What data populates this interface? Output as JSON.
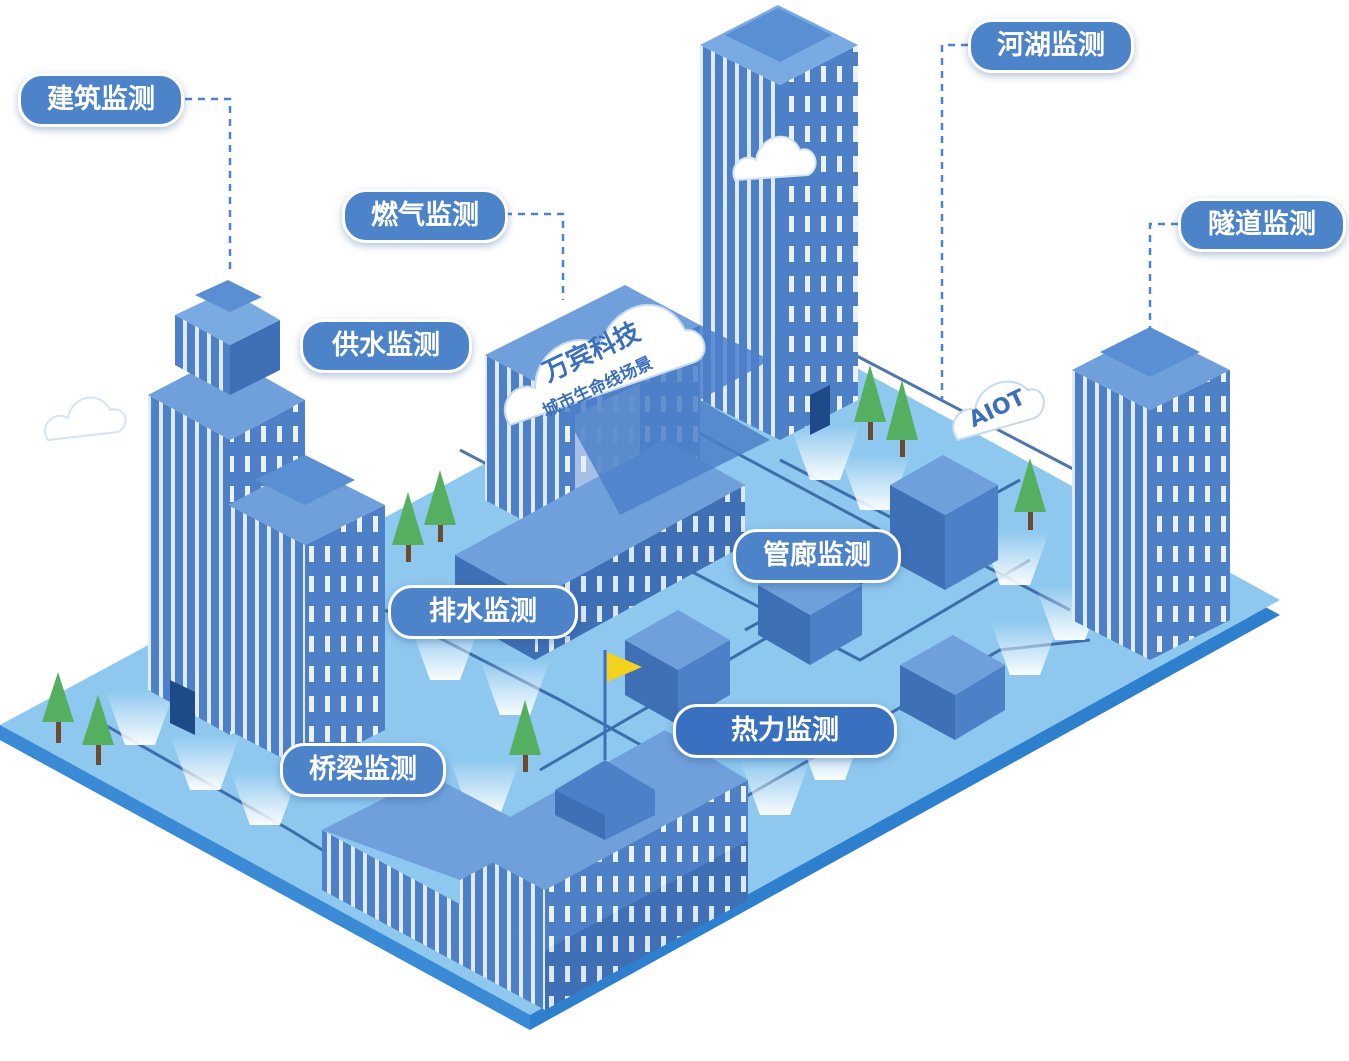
{
  "scene": {
    "sign": {
      "title": "万宾科技",
      "subtitle": "城市生命线场景"
    },
    "aiot_label": "AIOT"
  },
  "labels": {
    "building": "建筑监测",
    "gas": "燃气监测",
    "water_supply": "供水监测",
    "river_lake": "河湖监测",
    "tunnel": "隧道监测",
    "pipe_gallery": "管廊监测",
    "drainage": "排水监测",
    "heating": "热力监测",
    "bridge": "桥梁监测"
  },
  "colors": {
    "accent": "#4d83c9",
    "ground": "#8ec8ef",
    "building": "#4e80c8",
    "building_top": "#6fa0dc",
    "road": "#2f5f9f",
    "tree": "#54b060"
  }
}
